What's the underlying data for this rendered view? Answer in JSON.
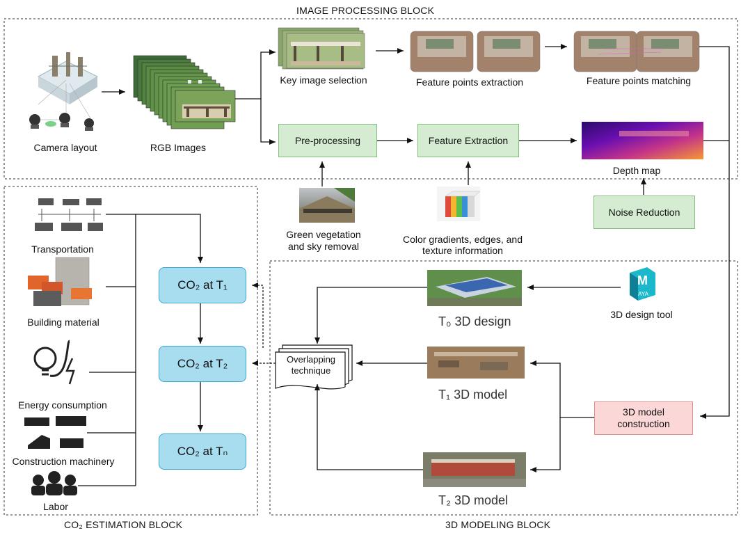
{
  "blocks": {
    "image_processing": "IMAGE PROCESSING BLOCK",
    "co2_estimation": "CO₂ ESTIMATION BLOCK",
    "modeling_3d": "3D MODELING BLOCK"
  },
  "image_processing": {
    "camera_layout": "Camera layout",
    "rgb_images": "RGB Images",
    "key_image_selection": "Key image selection",
    "feature_points_extraction": "Feature points extraction",
    "feature_points_matching": "Feature points matching",
    "pre_processing": "Pre-processing",
    "feature_extraction": "Feature Extraction",
    "depth_map": "Depth map",
    "noise_reduction": "Noise Reduction",
    "vegetation_line1": "Green vegetation",
    "vegetation_line2": "and sky removal",
    "color_line1": "Color gradients, edges, and",
    "color_line2": "texture information"
  },
  "co2_estimation": {
    "transportation": "Transportation",
    "building_material": "Building material",
    "energy_consumption": "Energy consumption",
    "construction_machinery": "Construction machinery",
    "labor": "Labor",
    "co2_t1": "CO₂ at T₁",
    "co2_t2": "CO₂ at T₂",
    "co2_tn": "CO₂ at Tₙ"
  },
  "modeling": {
    "t0_design": "T₀ 3D design",
    "t1_model": "T₁ 3D model",
    "t2_model": "T₂ 3D model",
    "design_tool": "3D design tool",
    "maya_letter": "M",
    "maya_text": "AYA",
    "overlap_line1": "Overlapping",
    "overlap_line2": "technique",
    "construction_line1": "3D model",
    "construction_line2": "construction"
  },
  "colors": {
    "green_box": "#d5ecd3",
    "green_border": "#7fbf7b",
    "red_box": "#fbd7d7",
    "red_border": "#e28b8b",
    "co2_box": "#a8ddf0",
    "co2_border": "#3aa7cf"
  },
  "icons": [
    "camera-rig-icon",
    "rgb-image-stack-icon",
    "key-image-thumbnail",
    "feature-extraction-thumbnail",
    "feature-matching-thumbnail",
    "depth-map-image",
    "vegetation-photo",
    "color-cubes-icon",
    "transportation-icon",
    "building-material-icon",
    "energy-icon",
    "machinery-icon",
    "labor-icon",
    "maya-logo-icon",
    "t0-design-image",
    "t1-model-image",
    "t2-model-image"
  ]
}
